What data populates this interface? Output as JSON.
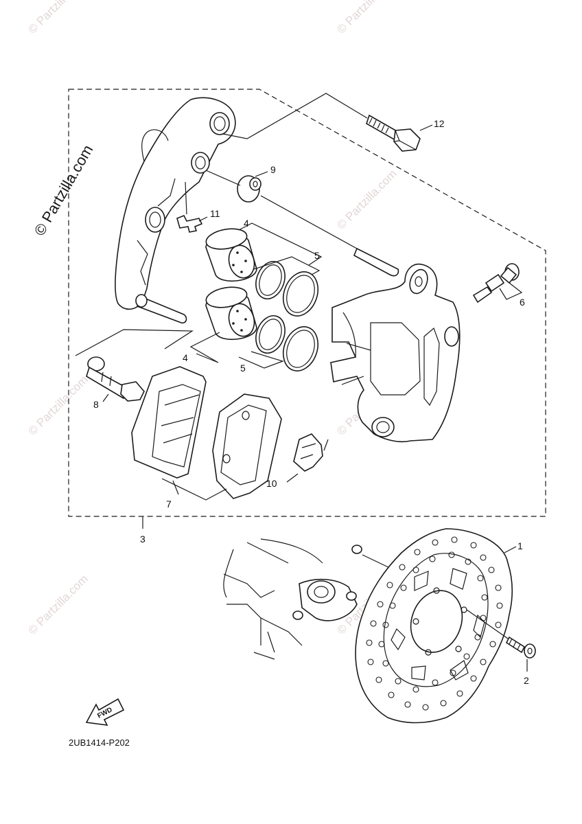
{
  "diagram_code": "2UB1414-P202",
  "fwd_label": "FWD",
  "watermark_main": "© Partzilla.com",
  "watermark_faint": "© Partzilla.com",
  "callouts": {
    "c1": "1",
    "c2": "2",
    "c3": "3",
    "c4a": "4",
    "c4b": "4",
    "c5a": "5",
    "c5b": "5",
    "c6": "6",
    "c7": "7",
    "c8": "8",
    "c9": "9",
    "c10": "10",
    "c11": "11",
    "c12": "12"
  }
}
